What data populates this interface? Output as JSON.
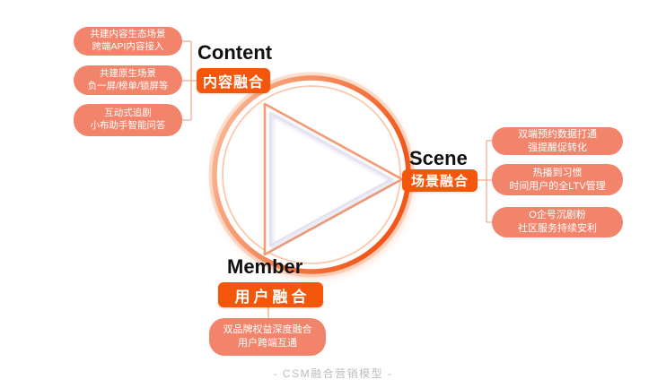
{
  "diagram": {
    "caption": "- CSM融合营销模型 -",
    "center_icon": "play-icon",
    "groups": [
      {
        "id": "content",
        "title": "Content",
        "badge": "内容融合",
        "items": [
          {
            "line1": "共建内容生态场景",
            "line2": "跨端API内容接入"
          },
          {
            "line1": "共建原生场景",
            "line2": "负一屏/榜单/锁屏等"
          },
          {
            "line1": "互动式追剧",
            "line2": "小布助手智能问答"
          }
        ]
      },
      {
        "id": "scene",
        "title": "Scene",
        "badge": "场景融合",
        "items": [
          {
            "line1": "双端预约数据打通",
            "line2": "强提醒促转化"
          },
          {
            "line1": "热播到习惯",
            "line2": "时间用户的全LTV管理"
          },
          {
            "line1": "O企号沉剧粉",
            "line2": "社区服务持续安利"
          }
        ]
      },
      {
        "id": "member",
        "title": "Member",
        "badge": "用户融合",
        "items": [
          {
            "line1": "双品牌权益深度融合",
            "line2": "用户跨端互通"
          }
        ]
      }
    ]
  },
  "colors": {
    "accent": "#F4570B",
    "pill": "#F2846B",
    "ring_strong": "#F1571A",
    "ring_light": "#F9BE9E",
    "triangle_outer": "#F29B74",
    "triangle_inner": "#E4E0EE",
    "connector": "#F3AB92",
    "title_text": "#111111",
    "caption_text": "#BDBDBD"
  }
}
